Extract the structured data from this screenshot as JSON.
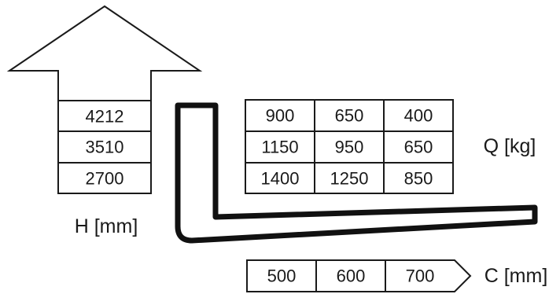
{
  "height_arrow": {
    "unit_label": "H [mm]",
    "values": [
      "4212",
      "3510",
      "2700"
    ]
  },
  "load_table": {
    "unit_label": "Q [kg]",
    "rows": [
      [
        "900",
        "650",
        "400"
      ],
      [
        "1150",
        "950",
        "650"
      ],
      [
        "1400",
        "1250",
        "850"
      ]
    ]
  },
  "center_arrow": {
    "unit_label": "C [mm]",
    "values": [
      "500",
      "600",
      "700"
    ]
  }
}
